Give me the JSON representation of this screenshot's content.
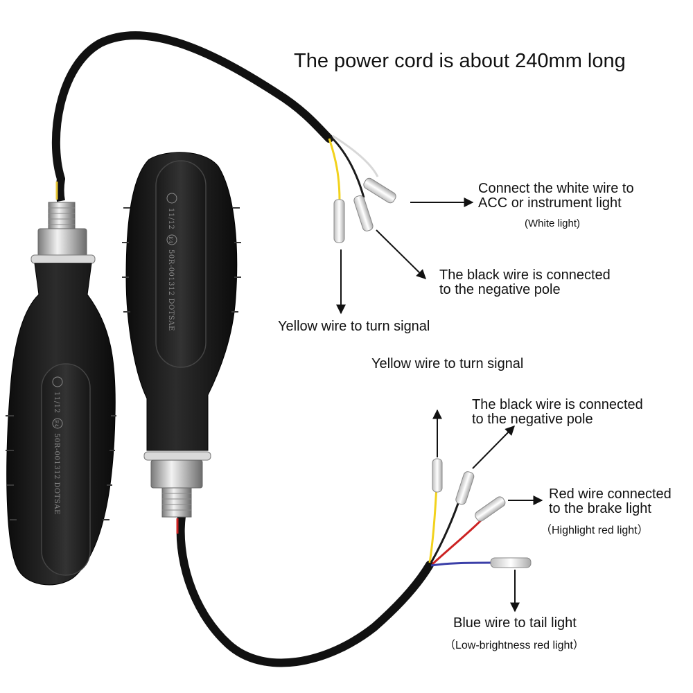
{
  "title": "The power cord is about 240mm long",
  "front_labels": {
    "white_wire": [
      "Connect the white wire to",
      "ACC or instrument light"
    ],
    "white_note": "(White light)",
    "black_wire": [
      "The black wire is connected",
      "to the negative pole"
    ],
    "yellow_wire": "Yellow wire to turn signal"
  },
  "rear_labels": {
    "yellow_wire": "Yellow wire to turn signal",
    "black_wire": [
      "The black wire is connected",
      "to the negative pole"
    ],
    "red_wire": [
      "Red wire connected",
      "to the brake light"
    ],
    "red_note": "（Highlight red light）",
    "blue_wire": "Blue wire to tail light",
    "blue_note": "（Low-brightness red light）"
  },
  "lens_marking": {
    "line1": "11/12",
    "line2": "50R-001312 DOTSAE",
    "e_mark": "E4"
  },
  "wire_colors": {
    "white": "#f2f2f2",
    "black": "#1a1a1a",
    "yellow": "#f2d21c",
    "red": "#cc2222",
    "blue": "#3b3fa8",
    "cable": "#111111"
  }
}
